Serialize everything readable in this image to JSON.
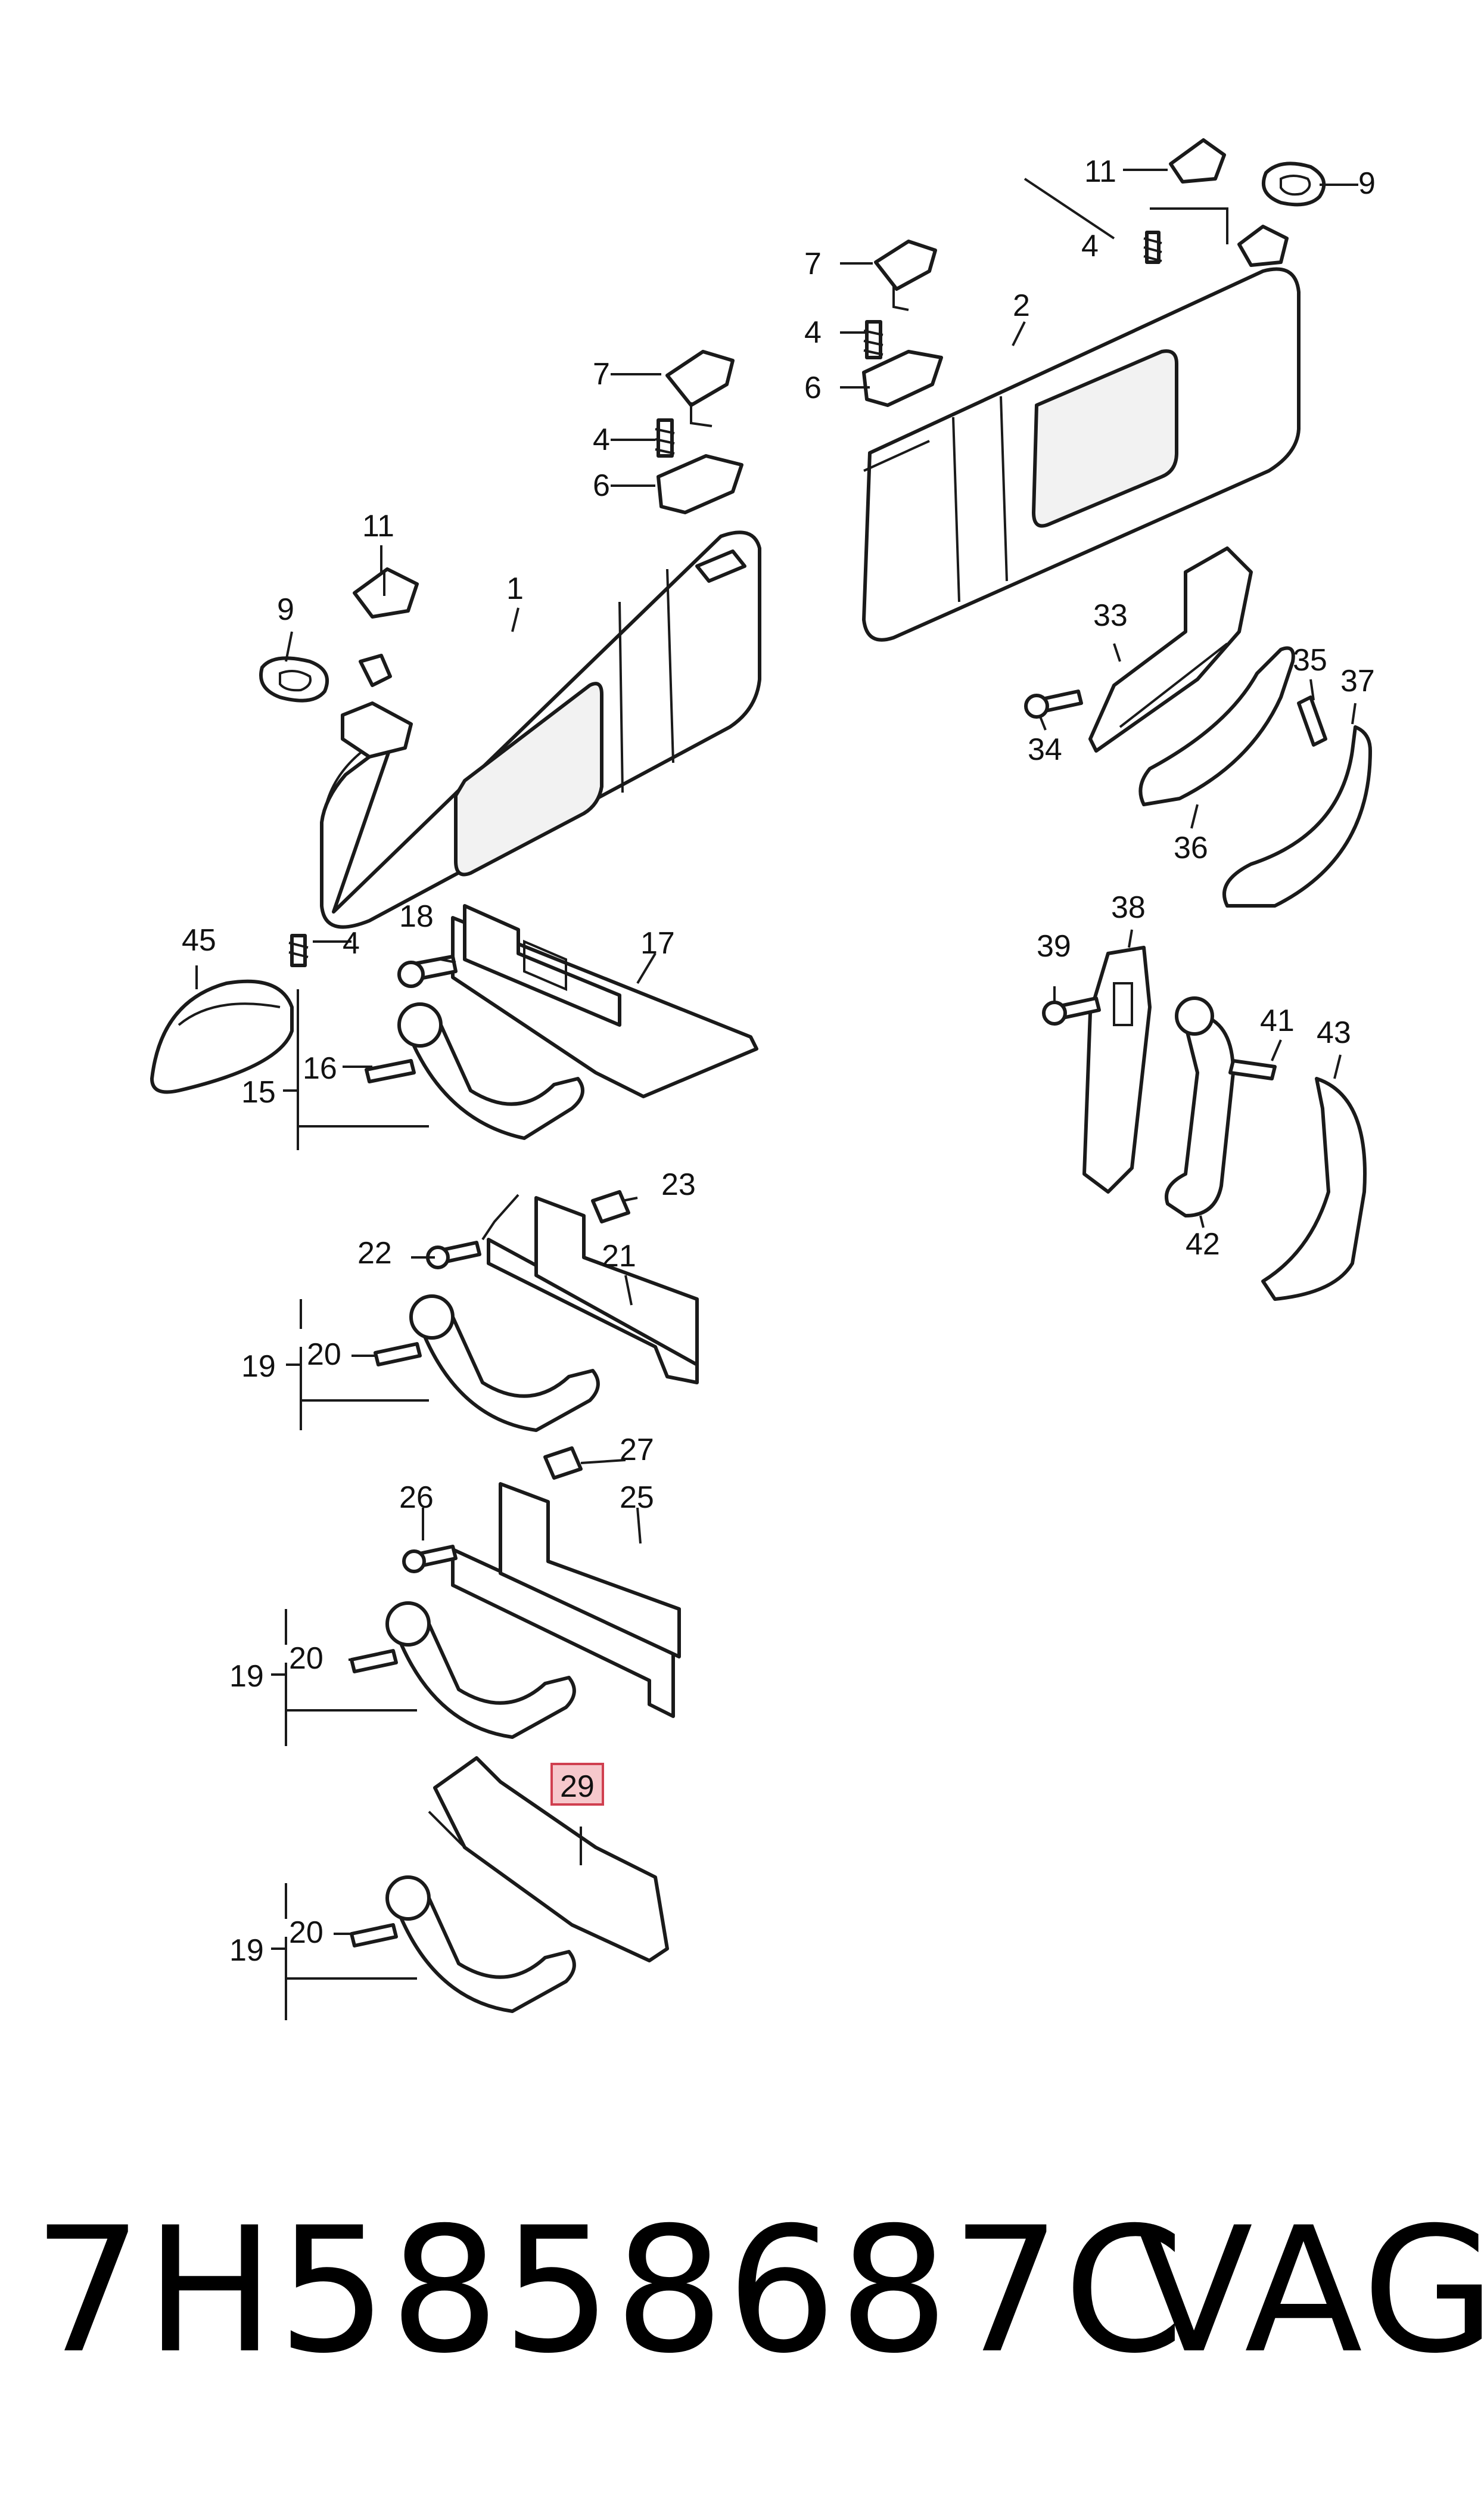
{
  "callouts": [
    "1",
    "2",
    "4",
    "4",
    "4",
    "4",
    "6",
    "6",
    "7",
    "7",
    "9",
    "9",
    "11",
    "11",
    "15",
    "16",
    "17",
    "18",
    "19",
    "19",
    "19",
    "20",
    "20",
    "20",
    "21",
    "22",
    "23",
    "25",
    "26",
    "27",
    "29",
    "33",
    "34",
    "35",
    "36",
    "37",
    "38",
    "39",
    "41",
    "42",
    "43",
    "45"
  ],
  "highlighted_callout": "29",
  "colors": {
    "highlight_fill": "#f6c8cc",
    "highlight_stroke": "#d04050",
    "line": "#1a1a1a"
  },
  "footer": {
    "part_number": "7H5858687C",
    "brand": "VAG"
  }
}
